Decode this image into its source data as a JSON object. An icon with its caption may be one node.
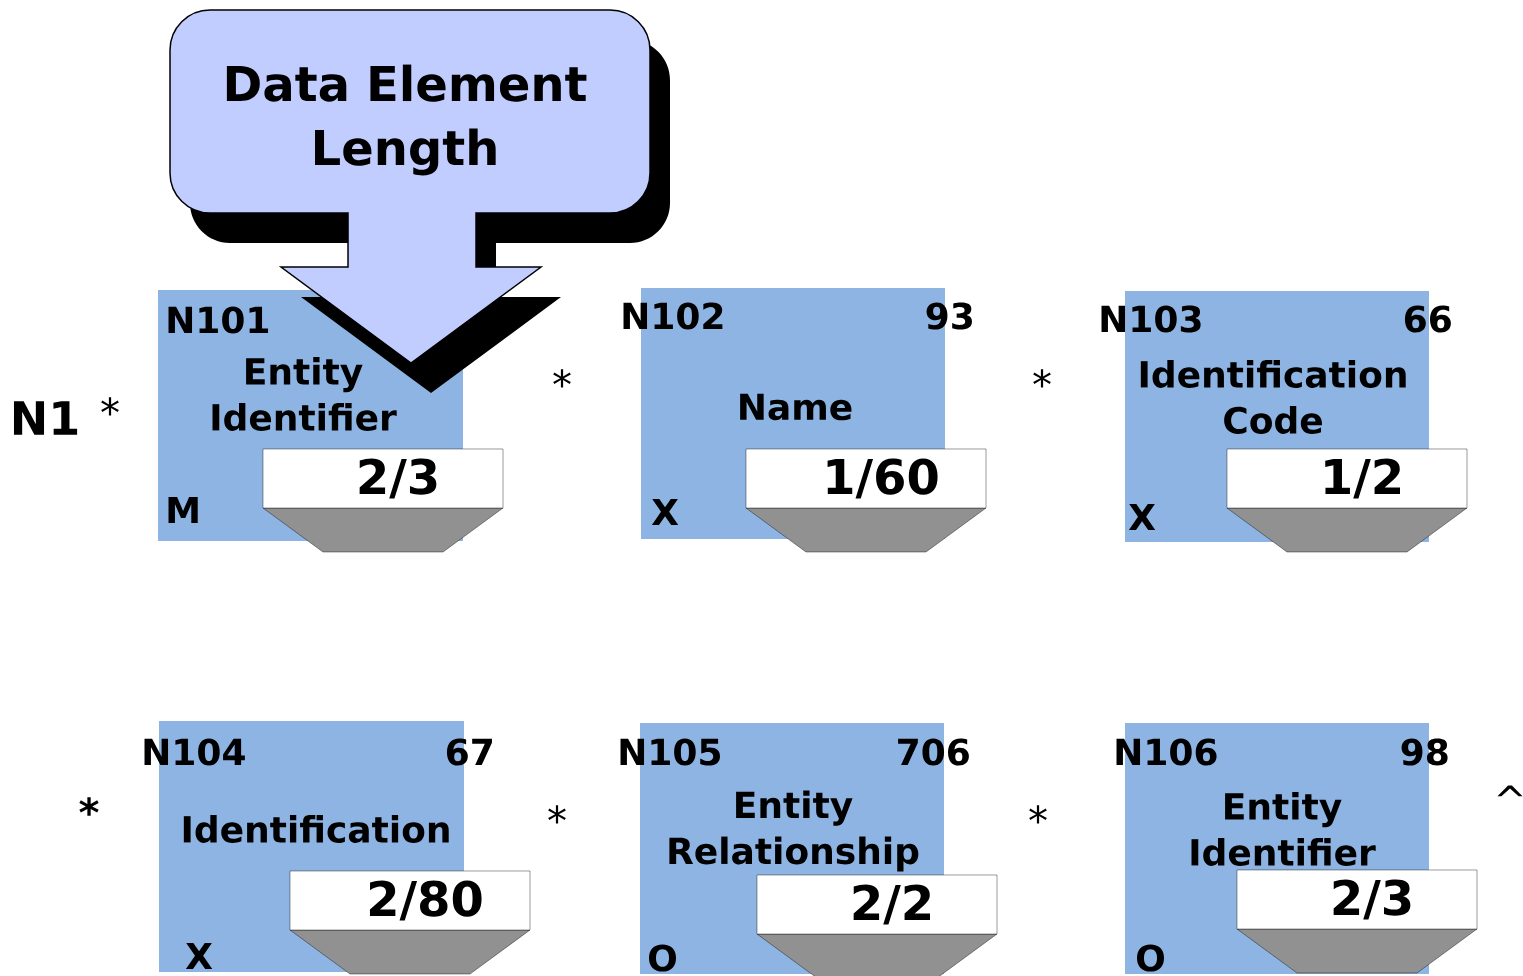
{
  "diagram": {
    "nodes": [
      {
        "text": [
          "Data Element Length"
        ]
      },
      {
        "text": [
          "N101",
          "Entity Identifier",
          "M"
        ]
      },
      {
        "text": [
          "2/3"
        ]
      },
      {
        "text": [
          "N102",
          "93",
          "Name",
          "X"
        ]
      },
      {
        "text": [
          "1/60"
        ]
      },
      {
        "text": [
          "N103",
          "66",
          "Identification Code",
          "X"
        ]
      },
      {
        "text": [
          "1/2"
        ]
      },
      {
        "text": [
          "N104",
          "67",
          "Identification",
          "X"
        ]
      },
      {
        "text": [
          "2/80"
        ]
      },
      {
        "text": [
          "N105",
          "706",
          "Entity Relationship",
          "O"
        ]
      },
      {
        "text": [
          "2/2"
        ]
      },
      {
        "text": [
          "N106",
          "98",
          "Entity Identifier",
          "O"
        ]
      },
      {
        "text": [
          "2/3"
        ]
      }
    ],
    "labels": [
      "N1",
      "*",
      "*",
      "*",
      "*",
      "*",
      "*",
      "^"
    ]
  }
}
